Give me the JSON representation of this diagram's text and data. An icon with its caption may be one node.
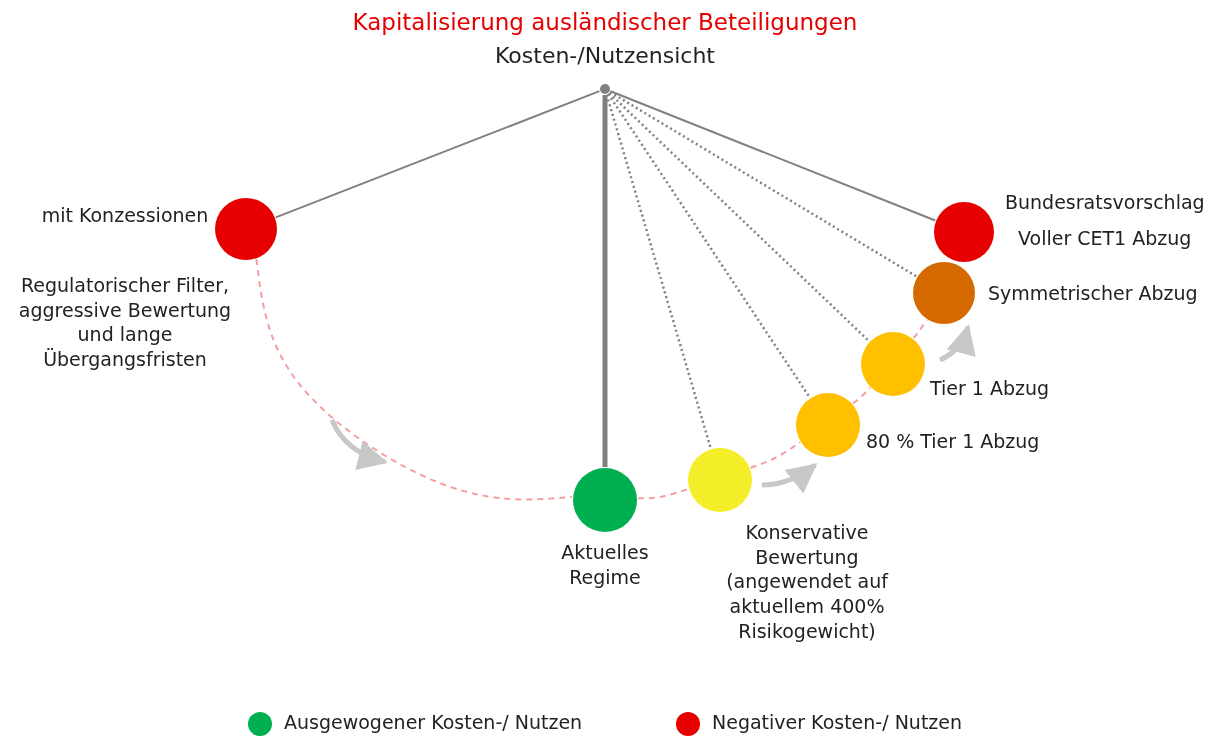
{
  "diagram": {
    "title": "Kapitalisierung ausländischer Beteiligungen",
    "labels": [
      "Kosten-/Nutzensicht"
    ],
    "nodes": [
      {
        "text": [],
        "shape": "circle"
      },
      {
        "text": [
          "mit Konzessionen",
          "Regulatorischer Filter, aggressive Bewertung und lange Übergangsfristen"
        ]
      },
      {
        "text": [
          "Bundesratsvorschlag",
          "Voller CET1 Abzug"
        ]
      },
      {
        "text": [
          "Symmetrischer Abzug"
        ]
      },
      {
        "text": [
          "Tier 1 Abzug"
        ]
      },
      {
        "text": [
          "80 % Tier 1 Abzug"
        ]
      },
      {
        "text": [
          "Aktuelles Regime"
        ]
      },
      {
        "text": [
          "Konservative Bewertung (angewendet auf aktuellem 400% Risikogewicht)"
        ]
      }
    ],
    "edges": [
      {
        "from": 0,
        "to": 1,
        "arrow": "none"
      },
      {
        "from": 0,
        "to": 6,
        "arrow": "none",
        "style": "thick"
      },
      {
        "from": 0,
        "to": 7,
        "arrow": "none",
        "style": "dashed"
      },
      {
        "from": 0,
        "to": 5,
        "arrow": "none",
        "style": "dashed"
      },
      {
        "from": 0,
        "to": 4,
        "arrow": "none",
        "style": "dashed"
      },
      {
        "from": 0,
        "to": 3,
        "arrow": "none",
        "style": "dashed"
      },
      {
        "from": 0,
        "to": 2,
        "arrow": "none"
      },
      {
        "from": 1,
        "to": 6,
        "arrow": "none",
        "style": "dashed",
        "color": "#f4a0a0"
      },
      {
        "from": 6,
        "to": 7,
        "arrow": "none",
        "style": "dashed",
        "color": "#f4a0a0"
      },
      {
        "from": 7,
        "to": 5,
        "arrow": "none",
        "style": "dashed",
        "color": "#f4a0a0"
      },
      {
        "from": 5,
        "to": 4,
        "arrow": "none",
        "style": "dashed",
        "color": "#f4a0a0"
      },
      {
        "from": 4,
        "to": 3,
        "arrow": "none",
        "style": "dashed",
        "color": "#f4a0a0"
      }
    ],
    "legend": [
      {
        "text": "Ausgewogener Kosten-/ Nutzen",
        "color": "#00b050"
      },
      {
        "text": "Negativer Kosten-/ Nutzen",
        "color": "#e60000"
      }
    ]
  }
}
